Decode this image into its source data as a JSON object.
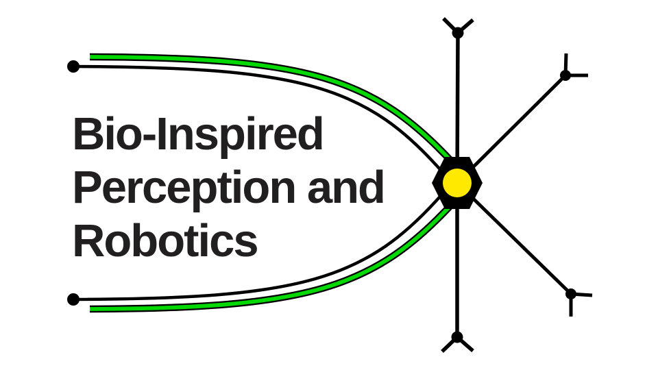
{
  "title": {
    "line1": "Bio-Inspired",
    "line2": "Perception and",
    "line3": "Robotics"
  },
  "colors": {
    "background": "#ffffff",
    "text": "#221f20",
    "line": "#000000",
    "axon_green": "#00d800",
    "soma_yellow": "#ffe900"
  },
  "diagram": {
    "type": "stylized neuron logo",
    "parts": [
      "soma-hexagon-icon",
      "nucleus-circle-icon",
      "axon-bundle-top-icon",
      "axon-bundle-bottom-icon",
      "dendrite-up-icon",
      "dendrite-down-icon",
      "dendrite-upper-right-icon",
      "dendrite-lower-right-icon"
    ]
  }
}
